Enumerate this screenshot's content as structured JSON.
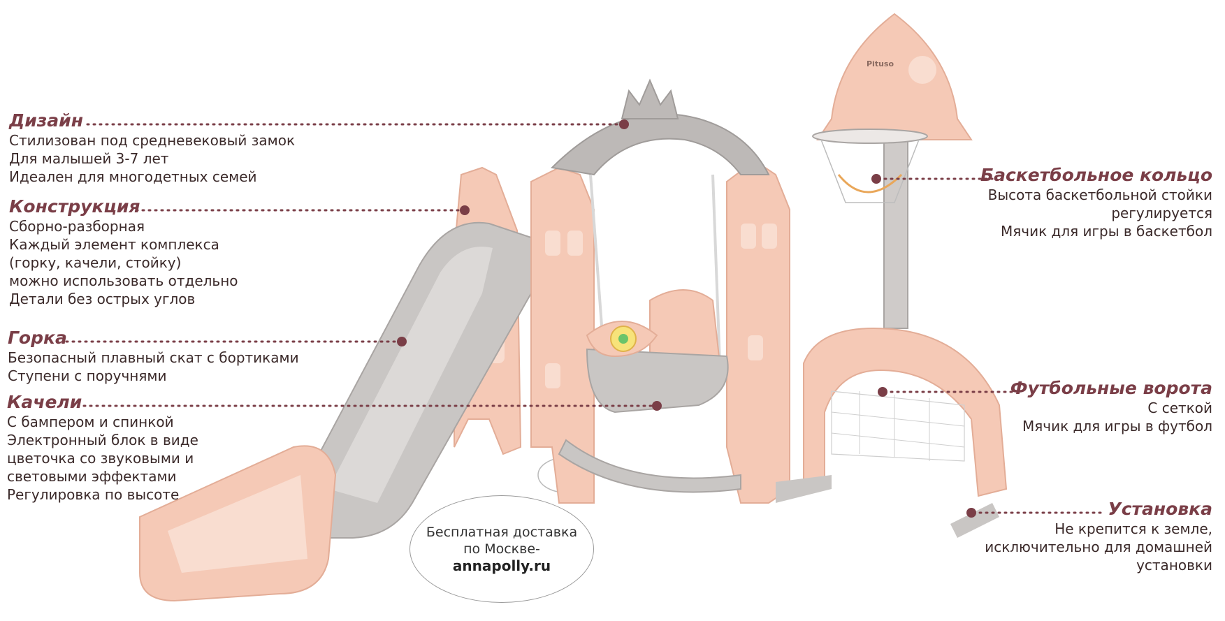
{
  "callouts": {
    "design": {
      "title": "Дизайн",
      "lines": [
        "Стилизован под средневековый замок",
        "Для малышей 3-7 лет",
        "Идеален для многодетных семей"
      ]
    },
    "construction": {
      "title": "Конструкция",
      "lines": [
        "Сборно-разборная",
        "Каждый элемент комплекса",
        "(горку, качели, стойку)",
        "можно использовать отдельно",
        "Детали без острых углов"
      ]
    },
    "slide": {
      "title": "Горка",
      "lines": [
        "Безопасный плавный скат с бортиками",
        "Ступени с поручнями"
      ]
    },
    "swing": {
      "title": "Качели",
      "lines": [
        "С бампером и спинкой",
        "Электронный блок в виде",
        "цветочка со звуковыми и",
        "световыми эффектами",
        "Регулировка по высоте"
      ]
    },
    "basketball": {
      "title": "Баскетбольное кольцо",
      "lines": [
        "Высота баскетбольной стойки",
        "регулируется",
        "Мячик для игры в баскетбол"
      ]
    },
    "football": {
      "title": "Футбольные ворота",
      "lines": [
        "С сеткой",
        "Мячик для игры в футбол"
      ]
    },
    "installation": {
      "title": "Установка",
      "lines": [
        "Не крепится к земле,",
        "исключительно для домашней",
        "установки"
      ]
    }
  },
  "delivery": {
    "line1": "Бесплатная доставка",
    "line2": "по Москве-",
    "site": "annapolly.ru"
  },
  "product": {
    "brand_mark": "Pituso"
  },
  "colors": {
    "accent": "#7a3e47",
    "peach": "#f5c9b6",
    "grey": "#b9b5b3"
  }
}
